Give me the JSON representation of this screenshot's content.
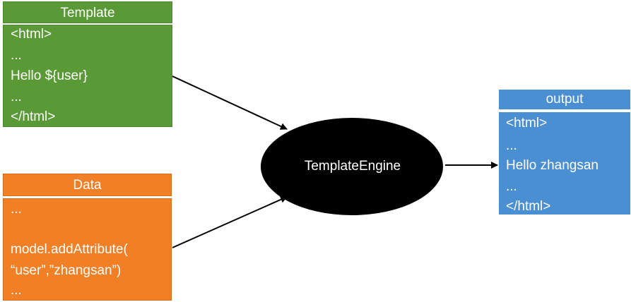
{
  "template": {
    "title": "Template",
    "lines": [
      "<html>",
      "...",
      "Hello ${user}",
      "...",
      "</html>"
    ]
  },
  "data": {
    "title": "Data",
    "lines": [
      "...",
      "model.addAttribute(",
      "“user”,”zhangsan”)",
      "..."
    ]
  },
  "engine": {
    "label": "TemplateEngine"
  },
  "output": {
    "title": "output",
    "lines": [
      "<html>",
      "...",
      "Hello zhangsan",
      "...",
      "</html>"
    ]
  },
  "colors": {
    "template": "#5a9a36",
    "data": "#f07f25",
    "output": "#4b8fd3",
    "engine": "#000000",
    "arrow": "#000000"
  },
  "icons": [
    "mouse-cursor-icon"
  ]
}
